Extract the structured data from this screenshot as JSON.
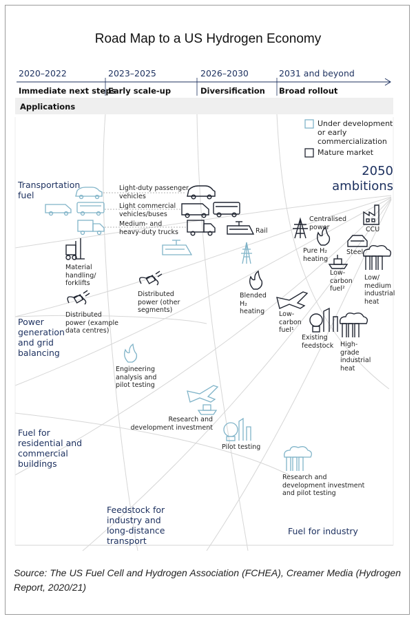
{
  "title": "Road Map to a US Hydrogen Economy",
  "phases": [
    {
      "years": "2020–2022",
      "name": "Immediate next steps"
    },
    {
      "years": "2023–2025",
      "name": "Early scale-up"
    },
    {
      "years": "2026–2030",
      "name": "Diversification"
    },
    {
      "years": "2031 and beyond",
      "name": "Broad rollout"
    }
  ],
  "applications_label": "Applications",
  "legend": {
    "under_development": "Under development or early commercialization",
    "mature_market": "Mature market"
  },
  "ambitions": {
    "year": "2050",
    "word": "ambitions"
  },
  "sectors": {
    "transportation": "Transportation fuel",
    "power": "Power generation and grid balancing",
    "residential": "Fuel for residential and commercial buildings",
    "feedstock": "Feedstock for industry and long-distance transport",
    "industry": "Fuel for industry"
  },
  "labels": {
    "light_duty": "Light-duty passenger vehicles",
    "light_commercial": "Light commercial vehicles/buses",
    "medium_heavy": "Medium- and heavy-duty trucks",
    "rail": "Rail",
    "material_handling": "Material handling/ forklifts",
    "distributed_other": "Distributed power (other segments)",
    "distributed_example": "Distributed power (example data centres)",
    "centralised_power": "Centralised power",
    "pure_h2_heating": "Pure H₂ heating",
    "steel": "Steel",
    "ccu": "CCU",
    "low_carbon_fuel_2": "Low-carbon fuel²",
    "low_medium_heat": "Low/ medium industrial heat",
    "blended_h2_heating": "Blended H₂ heating",
    "low_carbon_fuel_1": "Low-carbon fuel¹",
    "existing_feedstock": "Existing feedstock",
    "high_grade_heat": "High-grade industrial heat",
    "engineering_analysis": "Engineering analysis and pilot testing",
    "rd_investment": "Research and development investment",
    "pilot_testing": "Pilot testing",
    "rd_investment_pilot": "Research and development investment and pilot testing"
  },
  "source": "Source: The US Fuel Cell and Hydrogen Association (FCHEA), Creamer Media (Hydrogen Report, 2020/21)",
  "colors": {
    "navy": "#1b2f5e",
    "teal_outline": "#7fb3c8",
    "mature_outline": "#1f2430",
    "grid_line": "#d4d4d4",
    "band": "#efefef"
  }
}
